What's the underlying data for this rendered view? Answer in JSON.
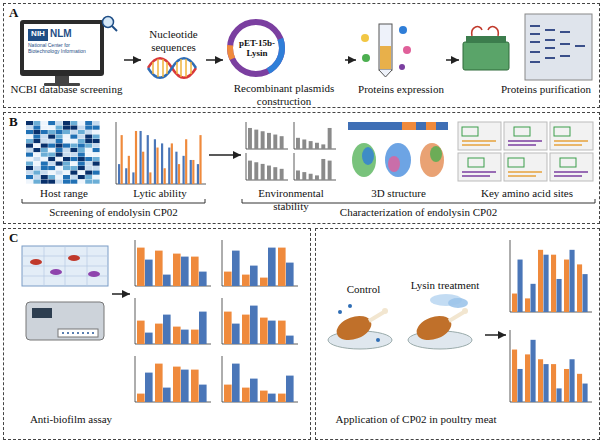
{
  "diagram": {
    "nodes": [
      {
        "text": [
          "A"
        ]
      },
      {
        "text": [
          "NCBI database screening"
        ],
        "in": 0
      },
      {
        "text": [
          "Nucleotide sequences"
        ],
        "in": 0
      },
      {
        "text": [
          "pET-15b-Lysin",
          "Recombinant plasmids construction"
        ],
        "in": 0
      },
      {
        "text": [
          "Proteins expression"
        ],
        "in": 0
      },
      {
        "text": [
          "Proteins purification"
        ],
        "in": 0
      },
      {
        "text": [
          "B"
        ]
      },
      {
        "text": [
          "Host range"
        ],
        "in": 6
      },
      {
        "text": [
          "Lytic ability"
        ],
        "in": 6
      },
      {
        "text": [
          "Environmental stability"
        ],
        "in": 6
      },
      {
        "text": [
          "3D structure"
        ],
        "in": 6
      },
      {
        "text": [
          "Key amino acid sites"
        ],
        "in": 6
      },
      {
        "text": [
          "C"
        ]
      },
      {
        "text": [
          "Anti-biofilm assay"
        ],
        "in": 12
      },
      {
        "text": [
          "Application of CP02 in poultry meat"
        ]
      },
      {
        "text": [
          "Control"
        ],
        "in": 14
      },
      {
        "text": [
          "Lysin treatment"
        ],
        "in": 14
      }
    ],
    "edges": [
      {
        "from": 1,
        "to": 2,
        "arrow": "to"
      },
      {
        "from": 2,
        "to": 3,
        "arrow": "to"
      },
      {
        "from": 3,
        "to": 4,
        "arrow": "to"
      },
      {
        "from": 4,
        "to": 5,
        "arrow": "to"
      },
      {
        "from": 8,
        "to": 9,
        "arrow": "to"
      }
    ],
    "labels": [
      "NIH",
      "NLM",
      "National Center for Biotechnology Information",
      "Screening of endolysin CP02",
      "Characterization of endolysin CP02"
    ]
  }
}
